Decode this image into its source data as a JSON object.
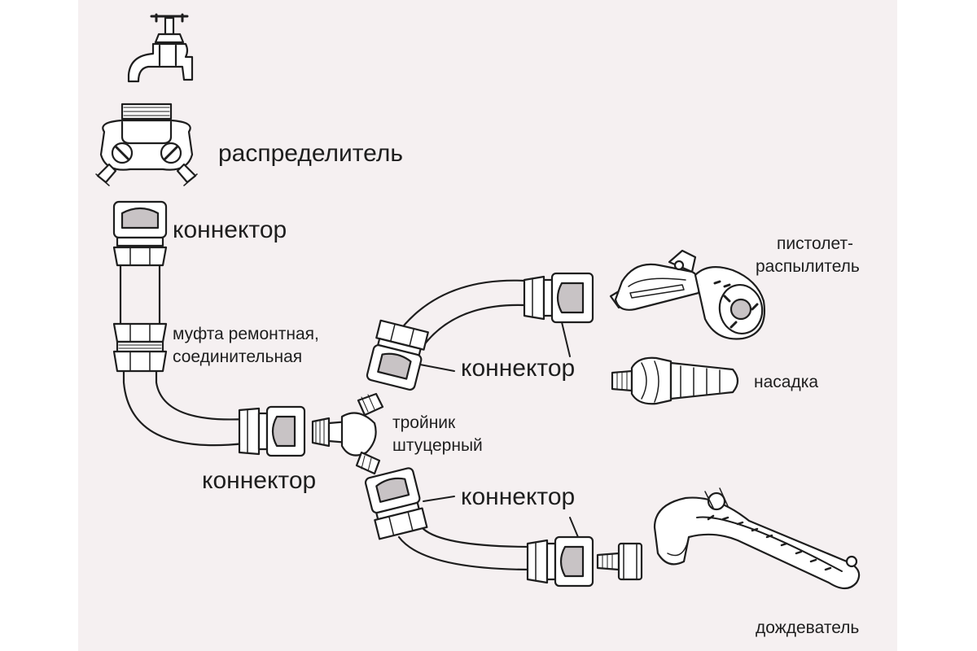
{
  "labels": {
    "distributor": "распределитель",
    "connector_top": "коннектор",
    "coupling_line1": "муфта ремонтная,",
    "coupling_line2": "соединительная",
    "connector_mid": "коннектор",
    "connector_upper_branch": "коннектор",
    "connector_lower_branch": "коннектор",
    "tee_line1": "тройник",
    "tee_line2": "штуцерный",
    "spray_gun_line1": "пистолет-",
    "spray_gun_line2": "распылитель",
    "nozzle": "насадка",
    "sprinkler": "дождеватель"
  },
  "colors": {
    "background": "#ffffff",
    "sheet": "#f5f0f1",
    "ink": "#1e1e1e",
    "part_fill": "#ffffff",
    "shade": "#c8c3c5"
  },
  "icons": [
    "faucet",
    "two-way-distributor",
    "hose-connector",
    "repair-coupling",
    "tee-fitting",
    "spray-gun",
    "spray-nozzle",
    "oscillating-sprinkler",
    "hose-adapter"
  ]
}
